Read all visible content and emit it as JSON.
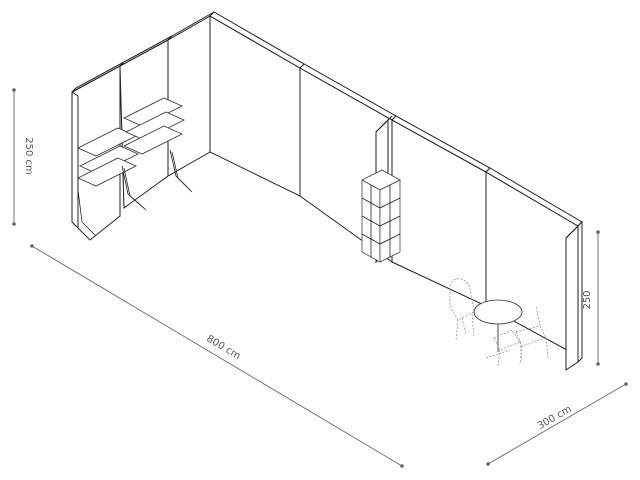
{
  "dimensions": {
    "height_left": "250 cm",
    "length": "800 cm",
    "depth": "300 cm",
    "height_right": "250"
  },
  "colors": {
    "line": "#222222",
    "dimension": "#666666",
    "label": "#555555"
  }
}
